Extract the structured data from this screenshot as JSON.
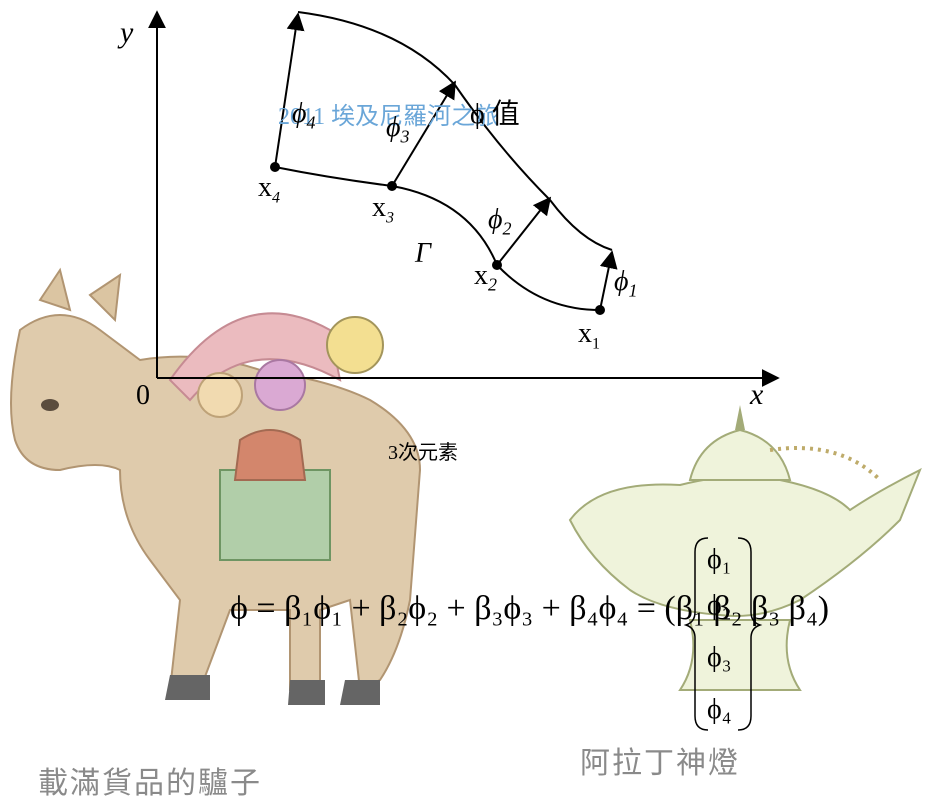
{
  "watermark": "2011 埃及尼羅河之旅",
  "title": "ϕ 值",
  "axes": {
    "x_label": "x",
    "y_label": "y",
    "origin_label": "0"
  },
  "curve_label": "Γ",
  "nodes": [
    {
      "label": "x",
      "sub": "1",
      "phi": "ϕ",
      "phi_sub": "1"
    },
    {
      "label": "x",
      "sub": "2",
      "phi": "ϕ",
      "phi_sub": "2"
    },
    {
      "label": "x",
      "sub": "3",
      "phi": "ϕ",
      "phi_sub": "3"
    },
    {
      "label": "x",
      "sub": "4",
      "phi": "ϕ",
      "phi_sub": "4"
    }
  ],
  "element_caption": "3次元素",
  "equation": {
    "lhs": "ϕ = β₁ϕ₁ + β₂ϕ₂ + β₃ϕ₃ + β₄ϕ₄ = (β₁   β₂   β₃   β₄)",
    "vector": [
      "ϕ₁",
      "ϕ₂",
      "ϕ₃",
      "ϕ₄"
    ]
  },
  "illustrations": {
    "donkey_caption": "載滿貨品的驢子",
    "lamp_caption": "阿拉丁神燈"
  },
  "colors": {
    "watermark": "#6aa6d8",
    "sketch_brown": "#b88a5a",
    "sketch_pink": "#d98fa8",
    "sketch_green": "#6f9a5a",
    "caption_gray": "#8a8a8a"
  }
}
